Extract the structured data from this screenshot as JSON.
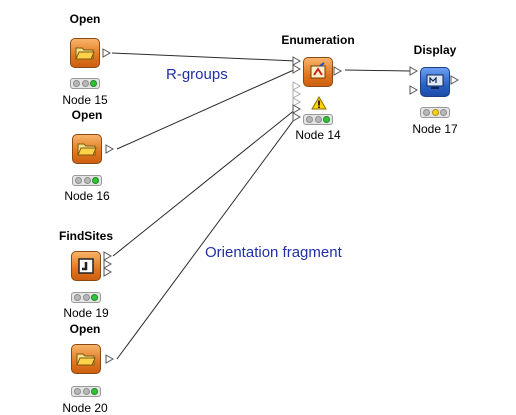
{
  "nodes": {
    "open15": {
      "title": "Open",
      "label": "Node 15",
      "status": "green",
      "icon": "folder-open-icon"
    },
    "open16": {
      "title": "Open",
      "label": "Node 16",
      "status": "green",
      "icon": "folder-open-icon"
    },
    "findsites": {
      "title": "FindSites",
      "label": "Node 19",
      "status": "green",
      "icon": "find-sites-icon"
    },
    "open20": {
      "title": "Open",
      "label": "Node 20",
      "status": "green",
      "icon": "folder-open-icon"
    },
    "enumeration": {
      "title": "Enumeration",
      "label": "Node 14",
      "status": "green",
      "icon": "enumeration-icon",
      "warning": true
    },
    "display": {
      "title": "Display",
      "label": "Node 17",
      "status": "yellow",
      "icon": "display-monitor-icon"
    }
  },
  "annotations": {
    "rgroups": "R-groups",
    "orientation": "Orientation fragment"
  },
  "colors": {
    "annotation": "#1f2fa8",
    "node_orange": "#e2761d",
    "node_blue": "#2a62c9",
    "status_green": "#33c23a",
    "status_yellow": "#f2d21c"
  }
}
